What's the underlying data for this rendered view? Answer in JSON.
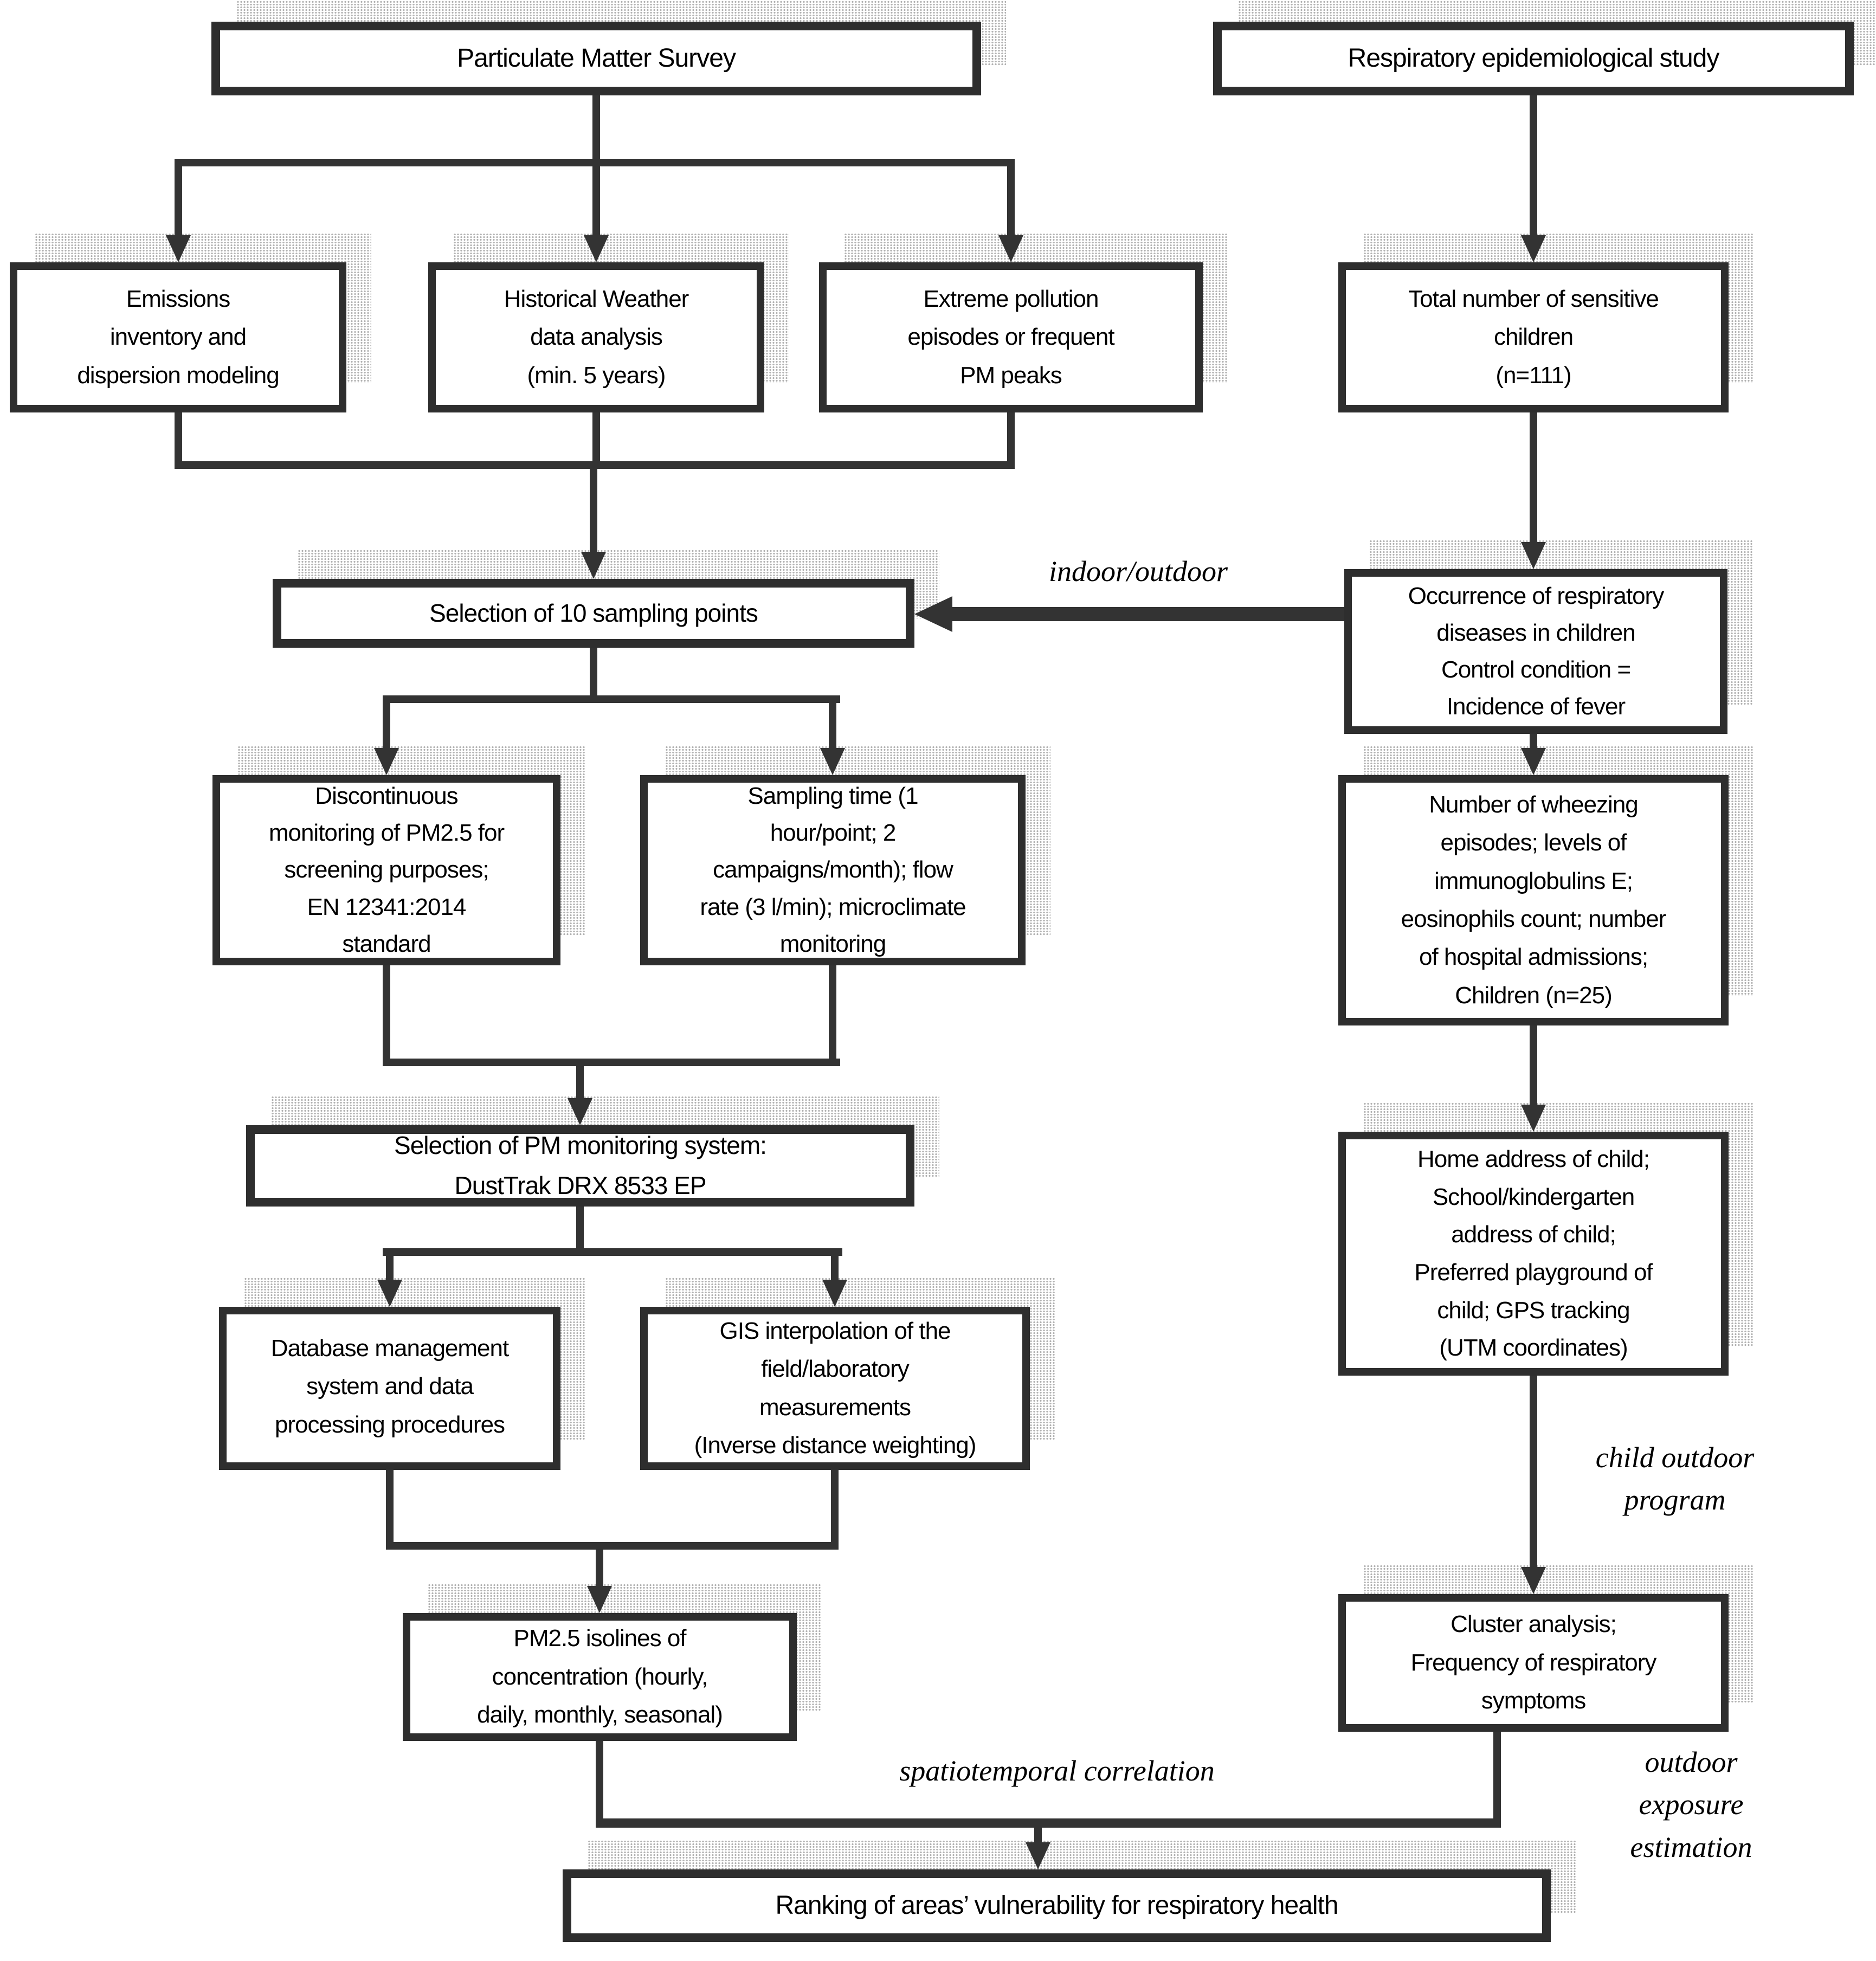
{
  "nodes": {
    "pm_survey": {
      "label": "Particulate Matter Survey"
    },
    "resp_study": {
      "label": "Respiratory epidemiological study"
    },
    "emissions": {
      "label": "Emissions\ninventory and\ndispersion modeling"
    },
    "historical": {
      "label": "Historical Weather\ndata analysis\n(min. 5 years)"
    },
    "extreme": {
      "label": "Extreme pollution\nepisodes or frequent\nPM peaks"
    },
    "total_children": {
      "label": "Total number of sensitive\nchildren\n(n=111)"
    },
    "selection_points": {
      "label": "Selection of 10 sampling points"
    },
    "occurrence": {
      "label": "Occurrence of respiratory\ndiseases in children\nControl condition =\nIncidence of fever"
    },
    "discontinuous": {
      "label": "Discontinuous\nmonitoring of PM2.5 for\nscreening purposes;\nEN 12341:2014\nstandard"
    },
    "sampling_time": {
      "label": "Sampling time (1\nhour/point; 2\ncampaigns/month); flow\nrate (3 l/min); microclimate\nmonitoring"
    },
    "wheezing": {
      "label": "Number of wheezing\nepisodes; levels of\nimmunoglobulins E;\neosinophils count; number\nof hospital admissions;\nChildren (n=25)"
    },
    "pm_system": {
      "label": "Selection of PM monitoring system:\nDustTrak DRX 8533 EP"
    },
    "home_address": {
      "label": "Home address of child;\nSchool/kindergarten\naddress of child;\nPreferred playground of\nchild; GPS tracking\n(UTM coordinates)"
    },
    "database": {
      "label": "Database management\nsystem and data\nprocessing procedures"
    },
    "gis": {
      "label": "GIS interpolation of the\nfield/laboratory\nmeasurements\n(Inverse distance weighting)"
    },
    "pm25_isolines": {
      "label": "PM2.5 isolines of\nconcentration (hourly,\ndaily, monthly, seasonal)"
    },
    "cluster": {
      "label": "Cluster analysis;\nFrequency of respiratory\nsymptoms"
    },
    "ranking": {
      "label": "Ranking of areas’ vulnerability for respiratory health"
    }
  },
  "edge_labels": {
    "indoor_outdoor": "indoor/outdoor",
    "child_outdoor_program": "child outdoor\nprogram",
    "spatiotemporal_correlation": "spatiotemporal correlation",
    "outdoor_exposure_estimation": "outdoor\nexposure\nestimation"
  },
  "colors": {
    "background": "#ffffff",
    "box_border": "#2e2e2e",
    "connector": "#333333",
    "shadow_stipple": "#9f9f9f",
    "text": "#000000"
  }
}
